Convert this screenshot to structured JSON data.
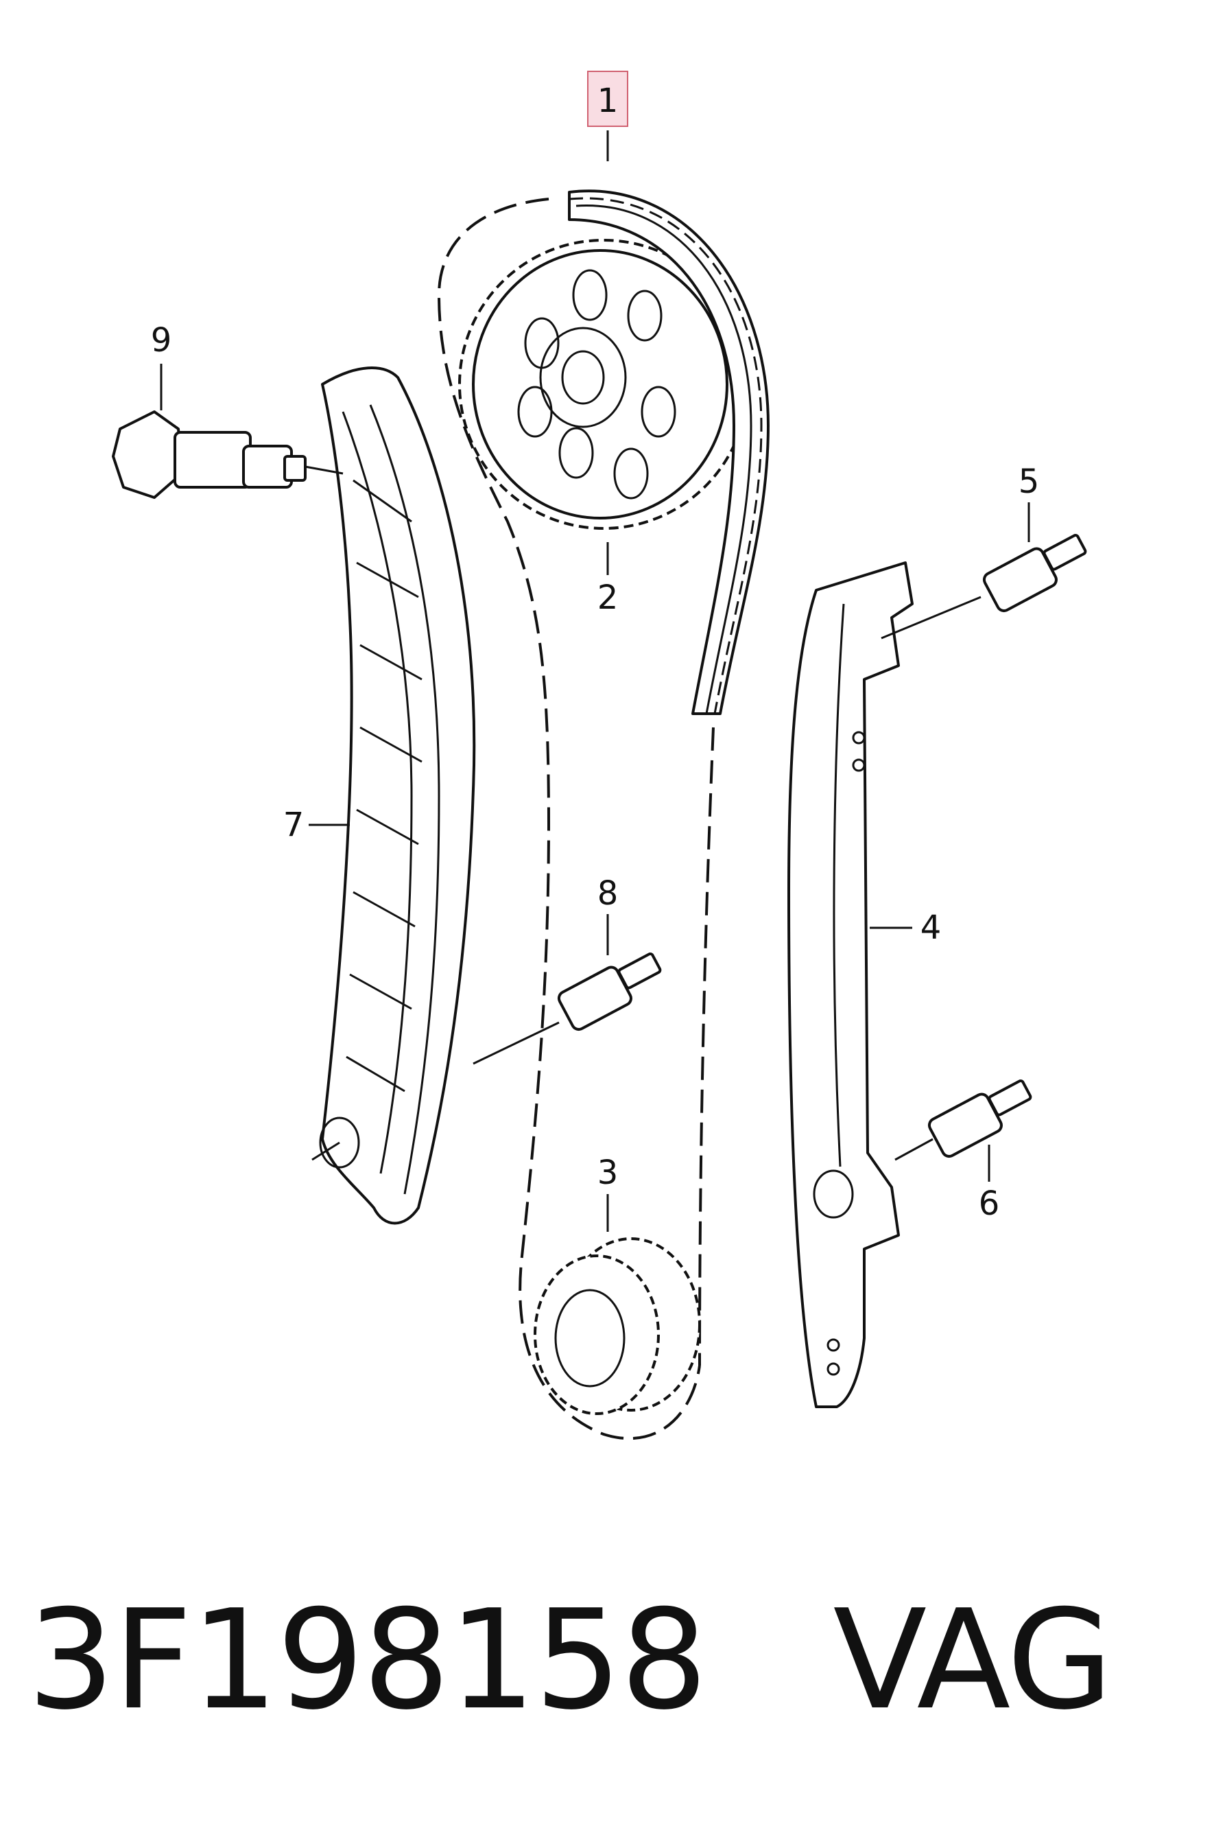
{
  "callouts": {
    "c1": "1",
    "c2": "2",
    "c3": "3",
    "c4": "4",
    "c5": "5",
    "c6": "6",
    "c7": "7",
    "c8": "8",
    "c9": "9"
  },
  "highlight_color": "#f9dde3",
  "highlight_border": "#d06070",
  "part_number": "3F198158",
  "brand": "VAG"
}
